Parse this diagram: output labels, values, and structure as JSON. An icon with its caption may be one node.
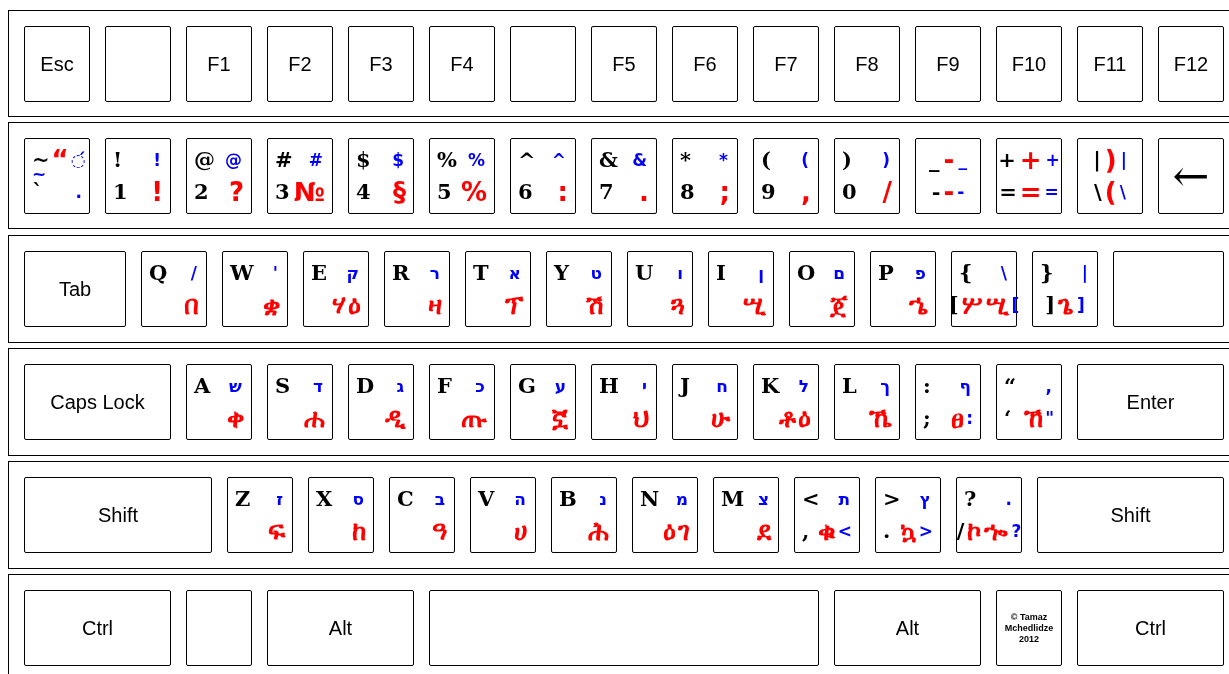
{
  "diagram": {
    "nodes": [
      {
        "text": [],
        "shape": "band"
      },
      {
        "text": [
          "Esc"
        ],
        "in": 0
      },
      {
        "text": [],
        "shape": "box",
        "in": 0
      },
      {
        "text": [
          "F1"
        ],
        "in": 0
      },
      {
        "text": [
          "F2"
        ],
        "in": 0
      },
      {
        "text": [
          "F3"
        ],
        "in": 0
      },
      {
        "text": [
          "F4"
        ],
        "in": 0
      },
      {
        "text": [],
        "shape": "box",
        "in": 0
      },
      {
        "text": [
          "F5"
        ],
        "in": 0
      },
      {
        "text": [
          "F6"
        ],
        "in": 0
      },
      {
        "text": [
          "F7"
        ],
        "in": 0
      },
      {
        "text": [
          "F8"
        ],
        "in": 0
      },
      {
        "text": [
          "F9"
        ],
        "in": 0
      },
      {
        "text": [
          "F10"
        ],
        "in": 0
      },
      {
        "text": [
          "F11"
        ],
        "in": 0
      },
      {
        "text": [
          "F12"
        ],
        "in": 0
      },
      {
        "text": [],
        "shape": "band"
      },
      {
        "text": [
          "~",
          "“",
          "◌́",
          "~",
          "`",
          "."
        ],
        "in": 16
      },
      {
        "text": [
          "!",
          "!",
          "1",
          "!"
        ],
        "in": 16
      },
      {
        "text": [
          "@",
          "@",
          "2",
          "?"
        ],
        "in": 16
      },
      {
        "text": [
          "#",
          "#",
          "3",
          "№"
        ],
        "in": 16
      },
      {
        "text": [
          "$",
          "$",
          "4",
          "§"
        ],
        "in": 16
      },
      {
        "text": [
          "%",
          "%",
          "5",
          "%"
        ],
        "in": 16
      },
      {
        "text": [
          "^",
          "^",
          "6",
          ":"
        ],
        "in": 16
      },
      {
        "text": [
          "&",
          "&",
          "7",
          "."
        ],
        "in": 16
      },
      {
        "text": [
          "*",
          "*",
          "8",
          ";"
        ],
        "in": 16
      },
      {
        "text": [
          "(",
          "(",
          "9",
          ","
        ],
        "in": 16
      },
      {
        "text": [
          ")",
          ")",
          "0",
          "/"
        ],
        "in": 16
      },
      {
        "text": [
          "_",
          "-",
          "_",
          "-",
          "-",
          "-"
        ],
        "in": 16
      },
      {
        "text": [
          "+",
          "+",
          "+",
          "=",
          "=",
          "="
        ],
        "in": 16
      },
      {
        "text": [
          "|",
          ")",
          "|",
          "\\",
          "(",
          "\\"
        ],
        "in": 16
      },
      {
        "text": [
          "←"
        ],
        "in": 16
      },
      {
        "text": [],
        "shape": "band"
      },
      {
        "text": [
          "Tab"
        ],
        "in": 32
      },
      {
        "text": [
          "Q",
          "/",
          "በ"
        ],
        "in": 32
      },
      {
        "text": [
          "W",
          "'",
          "ቋ"
        ],
        "in": 32
      },
      {
        "text": [
          "E",
          "ק",
          "ሃ",
          "ዕ"
        ],
        "in": 32
      },
      {
        "text": [
          "R",
          "ר",
          "ዛ"
        ],
        "in": 32
      },
      {
        "text": [
          "T",
          "א",
          "ፕ"
        ],
        "in": 32
      },
      {
        "text": [
          "Y",
          "ט",
          "ሽ"
        ],
        "in": 32
      },
      {
        "text": [
          "U",
          "ו",
          "ጓ"
        ],
        "in": 32
      },
      {
        "text": [
          "I",
          "ן",
          "ሢ"
        ],
        "in": 32
      },
      {
        "text": [
          "O",
          "ם",
          "ጀ"
        ],
        "in": 32
      },
      {
        "text": [
          "P",
          "פ",
          "ኄ"
        ],
        "in": 32
      },
      {
        "text": [
          "{",
          "\\",
          "[",
          "ሦ",
          "ሢ",
          "["
        ],
        "in": 32
      },
      {
        "text": [
          "}",
          "|",
          "]",
          "ጌ",
          "]"
        ],
        "in": 32
      },
      {
        "text": [],
        "shape": "box",
        "in": 32
      },
      {
        "text": [],
        "shape": "band"
      },
      {
        "text": [
          "Caps Lock"
        ],
        "in": 47
      },
      {
        "text": [
          "A",
          "ש",
          "ቀ"
        ],
        "in": 47
      },
      {
        "text": [
          "S",
          "ד",
          "ሐ"
        ],
        "in": 47
      },
      {
        "text": [
          "D",
          "ג",
          "ዲ"
        ],
        "in": 47
      },
      {
        "text": [
          "F",
          "כ",
          "ጡ"
        ],
        "in": 47
      },
      {
        "text": [
          "G",
          "ע",
          "ኟ"
        ],
        "in": 47
      },
      {
        "text": [
          "H",
          "י",
          "ህ"
        ],
        "in": 47
      },
      {
        "text": [
          "J",
          "ח",
          "ሁ"
        ],
        "in": 47
      },
      {
        "text": [
          "K",
          "ל",
          "ቶ",
          "ዕ"
        ],
        "in": 47
      },
      {
        "text": [
          "L",
          "ך",
          "ኼ"
        ],
        "in": 47
      },
      {
        "text": [
          ":",
          "ף",
          ";",
          "ፀ",
          ":"
        ],
        "in": 47
      },
      {
        "text": [
          "“",
          ",",
          "‘",
          "ኸ",
          "\""
        ],
        "in": 47
      },
      {
        "text": [
          "Enter"
        ],
        "in": 47
      },
      {
        "text": [],
        "shape": "band"
      },
      {
        "text": [
          "Shift"
        ],
        "in": 61
      },
      {
        "text": [
          "Z",
          "ז",
          "ፍ"
        ],
        "in": 61
      },
      {
        "text": [
          "X",
          "ס",
          "ከ"
        ],
        "in": 61
      },
      {
        "text": [
          "C",
          "ב",
          "ዓ"
        ],
        "in": 61
      },
      {
        "text": [
          "V",
          "ה",
          "ሀ"
        ],
        "in": 61
      },
      {
        "text": [
          "B",
          "נ",
          "ሕ"
        ],
        "in": 61
      },
      {
        "text": [
          "N",
          "מ",
          "ዕ",
          "ገ"
        ],
        "in": 61
      },
      {
        "text": [
          "M",
          "צ",
          "ደ"
        ],
        "in": 61
      },
      {
        "text": [
          "<",
          "ת",
          ",",
          "ቁ",
          "<"
        ],
        "in": 61
      },
      {
        "text": [
          ">",
          "ץ",
          ".",
          "ኳ",
          ">"
        ],
        "in": 61
      },
      {
        "text": [
          "?",
          ".",
          "/",
          "ኮ",
          "ኈ",
          "?"
        ],
        "in": 61
      },
      {
        "text": [
          "Shift"
        ],
        "in": 61
      },
      {
        "text": [],
        "shape": "band"
      },
      {
        "text": [
          "Ctrl"
        ],
        "in": 74
      },
      {
        "text": [],
        "shape": "box",
        "in": 74
      },
      {
        "text": [
          "Alt"
        ],
        "in": 74
      },
      {
        "text": [],
        "shape": "box",
        "in": 74
      },
      {
        "text": [
          "Alt"
        ],
        "in": 74
      },
      {
        "text": [
          "© Tamaz Mchedlidze 2012"
        ],
        "in": 74
      },
      {
        "text": [
          "Ctrl"
        ],
        "in": 74
      }
    ]
  }
}
